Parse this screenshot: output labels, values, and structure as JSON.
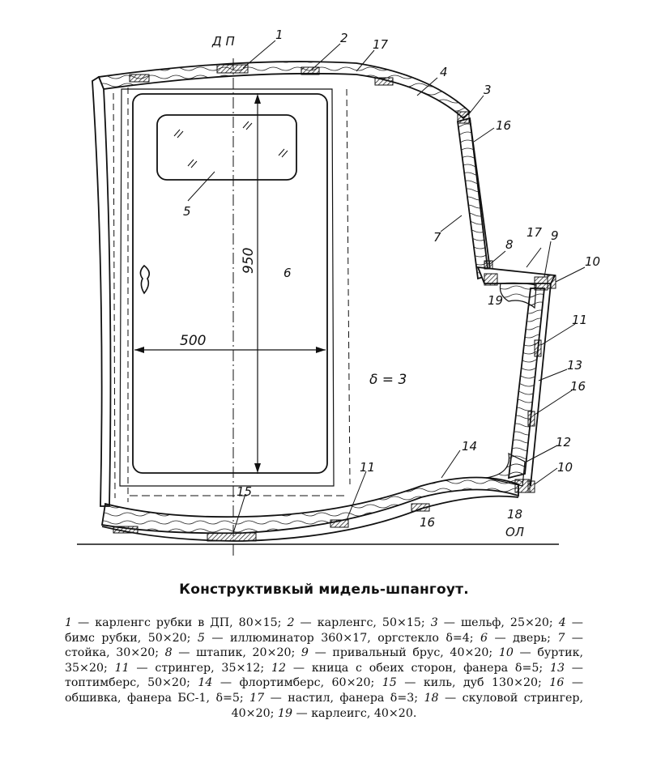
{
  "diagram": {
    "labels": {
      "centerline": "Д П",
      "waterline": "ОЛ",
      "thickness": "δ = 3",
      "door_width": "500",
      "door_height": "950",
      "callouts": {
        "p1": "1",
        "p2": "2",
        "p17a": "17",
        "p4": "4",
        "p3": "3",
        "p16a": "16",
        "p7": "7",
        "p8": "8",
        "p17b": "17",
        "p9": "9",
        "p10a": "10",
        "p19": "19",
        "p11a": "11",
        "p13": "13",
        "p16b": "16",
        "p12": "12",
        "p10b": "10",
        "p18": "18",
        "p14": "14",
        "p11b": "11",
        "p15": "15",
        "p16c": "16",
        "p5": "5",
        "p6": "6"
      }
    }
  },
  "caption": {
    "title": "Конструктивкый мидель-шпангоут.",
    "legend": [
      {
        "num": "1",
        "text": " — карленгс рубки в ДП, 80×15; "
      },
      {
        "num": "2",
        "text": " — карленгс, 50×15; "
      },
      {
        "num": "3",
        "text": " — шельф, 25×20; "
      },
      {
        "num": "4",
        "text": " — бимс рубки, 50×20; "
      },
      {
        "num": "5",
        "text": " — иллюминатор 360×17, оргстекло δ=4; "
      },
      {
        "num": "6",
        "text": " — дверь; "
      },
      {
        "num": "7",
        "text": " — стойка, 30×20; "
      },
      {
        "num": "8",
        "text": " — штапик, 20×20; "
      },
      {
        "num": "9",
        "text": " — привальный брус, 40×20; "
      },
      {
        "num": "10",
        "text": " — буртик, 35×20; "
      },
      {
        "num": "11",
        "text": " — стрингер, 35×12; "
      },
      {
        "num": "12",
        "text": " — кница с обеих сторон, фанера δ=5; "
      },
      {
        "num": "13",
        "text": " — топтимберс, 50×20; "
      },
      {
        "num": "14",
        "text": " — флортимберс, 60×20; "
      },
      {
        "num": "15",
        "text": " — киль, дуб 130×20; "
      },
      {
        "num": "16",
        "text": " — обшивка, фанера БС-1, δ=5; "
      },
      {
        "num": "17",
        "text": " — настил, фанера δ=3; "
      },
      {
        "num": "18",
        "text": " — скуловой стрингер, 40×20; "
      },
      {
        "num": "19",
        "text": " — карлеигс, 40×20."
      }
    ]
  }
}
